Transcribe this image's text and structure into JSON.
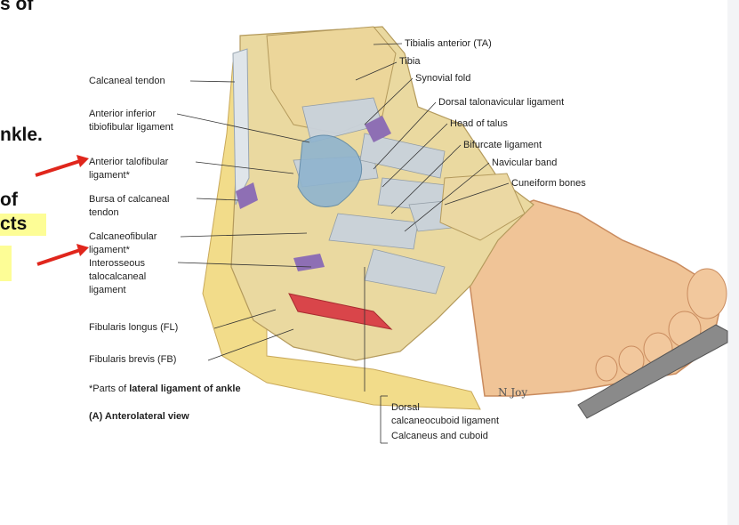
{
  "slide_fragments": {
    "line1": "s of",
    "line2": "nkle.",
    "line3": "of",
    "line4": "cts"
  },
  "labels_left": {
    "calcaneal_tendon": "Calcaneal tendon",
    "ant_inf_tibiofibular_1": "Anterior inferior",
    "ant_inf_tibiofibular_2": "tibiofibular ligament",
    "ant_talofibular_1": "Anterior talofibular",
    "ant_talofibular_2": "ligament*",
    "bursa_1": "Bursa of calcaneal",
    "bursa_2": "tendon",
    "calcaneofibular_1": "Calcaneofibular",
    "calcaneofibular_2": "ligament*",
    "interosseous_1": "Interosseous",
    "interosseous_2": "talocalcaneal",
    "interosseous_3": "ligament",
    "fibularis_longus": "Fibularis longus (FL)",
    "fibularis_brevis": "Fibularis brevis (FB)"
  },
  "labels_top": {
    "tibialis_anterior": "Tibialis anterior (TA)",
    "tibia": "Tibia",
    "synovial_fold": "Synovial fold",
    "dorsal_talonavicular": "Dorsal talonavicular ligament",
    "head_of_talus": "Head of talus",
    "bifurcate": "Bifurcate ligament",
    "navicular_band": "Navicular band",
    "cuneiform": "Cuneiform bones"
  },
  "labels_bottom": {
    "dorsal_1": "Dorsal",
    "dorsal_2": "calcaneocuboid ligament",
    "dorsal_3": "Calcaneus and cuboid"
  },
  "caption": {
    "note_prefix": "*Parts of ",
    "note_bold": "lateral ligament of ankle",
    "view": "(A) Anterolateral view"
  },
  "signature": "N Joy",
  "colors": {
    "arrow": "#e0261c",
    "highlight": "#fdfd96",
    "bone": "#ead9a0",
    "ligament": "#c9d2dc",
    "cartilage": "#8fb4cf",
    "bursa": "#8e6fb4",
    "muscle": "#d9454a",
    "skin": "#f0c497",
    "fat": "#f2dc8a"
  }
}
